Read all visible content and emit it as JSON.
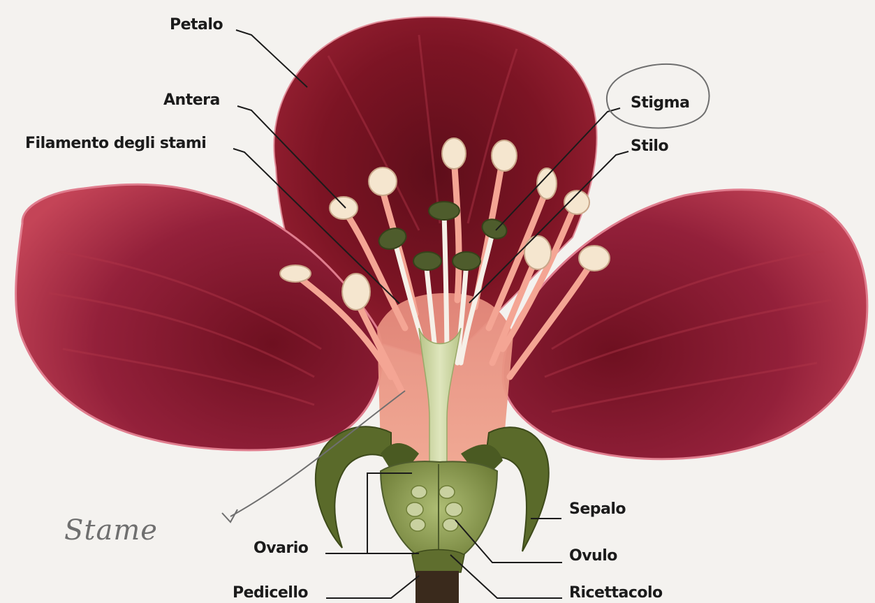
{
  "labels": {
    "petalo": "Petalo",
    "antera": "Antera",
    "filamento": "Filamento degli stami",
    "stigma": "Stigma",
    "stilo": "Stilo",
    "sepalo": "Sepalo",
    "ovario": "Ovario",
    "ovulo": "Ovulo",
    "pedicello": "Pedicello",
    "ricettacolo": "Ricettacolo"
  },
  "handwritten_note": "Stame",
  "colors": {
    "background": "#f4f2ef",
    "petal_dark": "#7c1424",
    "petal_mid": "#a4273a",
    "petal_light": "#c9454f",
    "filament": "#f2a08c",
    "anther": "#f5e6cf",
    "stigma_lobe": "#4e5c2c",
    "pistil": "#c8d29a",
    "ovary": "#8b9a4f",
    "sepal": "#5a6a2a",
    "pedicel": "#3a2a1c",
    "label_text": "#1b1b1b",
    "pencil": "#6f6f6f"
  }
}
